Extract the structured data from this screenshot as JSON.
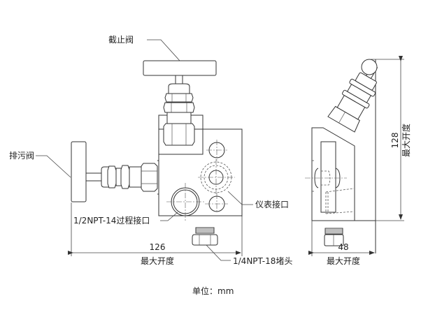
{
  "labels": {
    "stop_valve": "截止阀",
    "drain_valve": "排污阀",
    "process_port": "1/2NPT-14过程接口",
    "instrument_port": "仪表接口",
    "plug": "1/4NPT-18堵头",
    "unit": "单位：mm"
  },
  "dimensions": {
    "width_value": "126",
    "width_label": "最大开度",
    "depth_value": "48",
    "depth_label": "最大开度",
    "height_value": "128",
    "height_label": "最大开度"
  },
  "colors": {
    "line": "#333333",
    "background": "#ffffff"
  }
}
